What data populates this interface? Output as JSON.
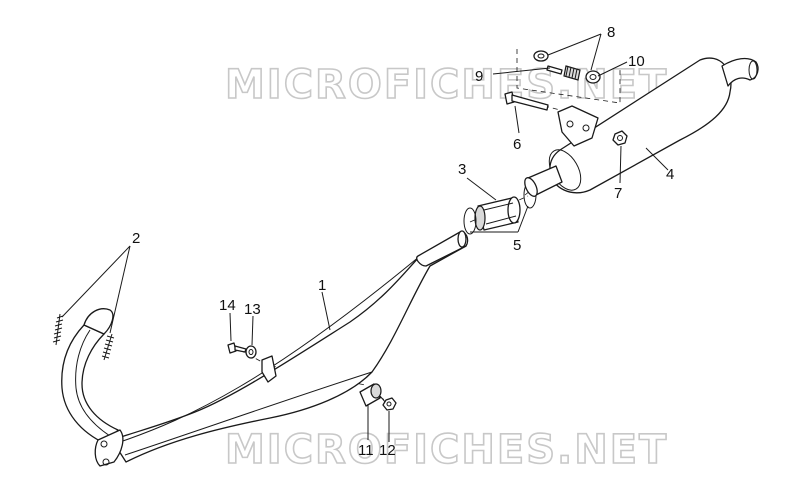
{
  "watermark": {
    "text": "MICROFICHES.NET"
  },
  "callouts": {
    "c1": "1",
    "c2": "2",
    "c3": "3",
    "c4": "4",
    "c5": "5",
    "c6": "6",
    "c7": "7",
    "c8": "8",
    "c9": "9",
    "c10": "10",
    "c11": "11",
    "c12": "12",
    "c13": "13",
    "c14": "14"
  },
  "colors": {
    "line": "#1a1a1a",
    "watermark": "#c8c8c8",
    "background": "#ffffff"
  }
}
